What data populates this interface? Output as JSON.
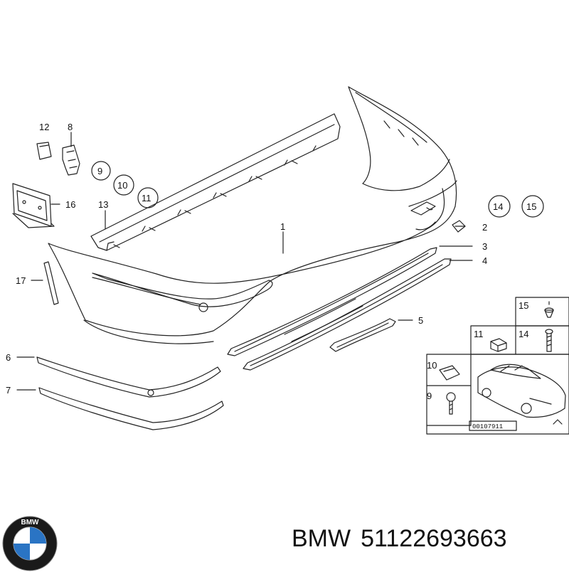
{
  "callouts": {
    "c1": "1",
    "c2": "2",
    "c3": "3",
    "c4": "4",
    "c5": "5",
    "c6": "6",
    "c7": "7",
    "c8": "8",
    "c9": "9",
    "c10": "10",
    "c11": "11",
    "c12": "12",
    "c13": "13",
    "c14": "14",
    "c15": "15",
    "c16": "16",
    "c17": "17"
  },
  "hardware_box": {
    "n15": "15",
    "n11": "11",
    "n14": "14",
    "n10": "10",
    "n9": "9",
    "reference": "00107911"
  },
  "footer": {
    "brand": "BMW",
    "part_number": "51122693663",
    "logo_letters": "BMW"
  },
  "colors": {
    "line": "#222222",
    "logo_blue": "#2a74c4",
    "logo_ring": "#1a1a1a"
  }
}
